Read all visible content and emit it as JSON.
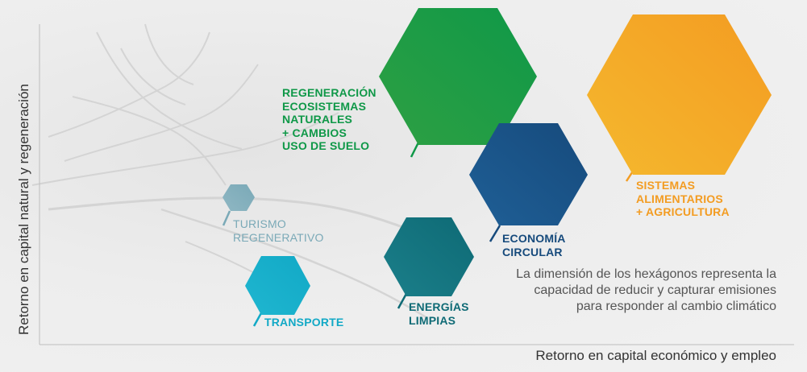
{
  "axes": {
    "x_label": "Retorno en capital económico y empleo",
    "y_label": "Retorno en capital natural y regeneración"
  },
  "note": "La dimensión de los hexágonos representa la capacidad de reducir y capturar emisiones para responder al cambio climático",
  "nodes": [
    {
      "id": "regeneracion",
      "label": "REGENERACIÓN\nECOSISTEMAS\nNATURALES\n+ CAMBIOS\nUSO DE SUELO",
      "color": "#2ea043",
      "color2": "#0f9848"
    },
    {
      "id": "sistemas",
      "label": "SISTEMAS\nALIMENTARIOS\n+ AGRICULTURA",
      "color": "#f5b82e",
      "color2": "#f39c22"
    },
    {
      "id": "economia",
      "label": "ECONOMÍA\nCIRCULAR",
      "color": "#1f5f96",
      "color2": "#164a7c"
    },
    {
      "id": "energias",
      "label": "ENERGÍAS\nLIMPIAS",
      "color": "#1b7f8a",
      "color2": "#0e6a75"
    },
    {
      "id": "turismo",
      "label": "TURISMO\nREGENERATIVO",
      "color": "#8fb7c3",
      "color2": "#7aa9b7"
    },
    {
      "id": "transporte",
      "label": "TRANSPORTE",
      "color": "#1fb6d0",
      "color2": "#12a9c6"
    }
  ]
}
